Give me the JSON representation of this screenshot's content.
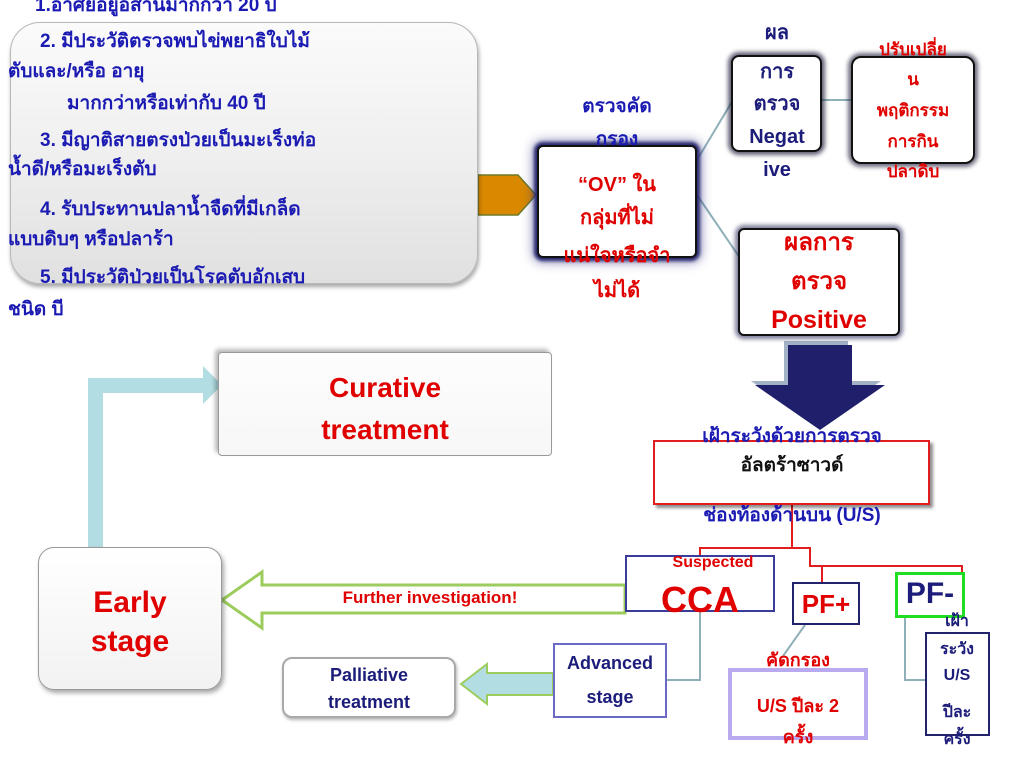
{
  "colors": {
    "red_text": "#e00000",
    "blue_text": "#1b1bb3",
    "navy_text": "#1c1c7a",
    "orange_arrow": "#d98800",
    "navy_arrow": "#1f1f6b",
    "light_blue_arrow": "#b2dde2",
    "green_outline": "#9ccc5e",
    "red_border": "#e01e1e",
    "pf_negative_border": "#21dd21"
  },
  "risk_criteria": [
    "1.อาศัยอยู่อีสานมากกว่า 20 ปี",
    "2. มีประวัติตรวจพบไข่พยาธิใบไม้",
    "ตับและ/หรือ อายุ",
    "มากกว่าหรือเท่ากับ 40 ปี",
    "3. มีญาติสายตรงป่วยเป็นมะเร็งท่อ",
    "น้ำดี/หรือมะเร็งตับ",
    "4. รับประทานปลาน้ำจืดที่มีเกล็ด",
    "แบบดิบๆ หรือปลาร้า",
    "5. มีประวัติป่วยเป็นโรคตับอักเสบ",
    "ชนิด บี"
  ],
  "screening_label": [
    "ตรวจคัด",
    "กรอง"
  ],
  "ov_group": [
    "“OV” ใน",
    "กลุ่มที่ไม่",
    "แน่ใจหรือจำ",
    "ไม่ได้"
  ],
  "negative_result": [
    "ผล",
    "การ",
    "ตรวจ",
    "Negat",
    "ive"
  ],
  "behavior_change": [
    "ปรับเปลี่ย",
    "น",
    "พฤติกรรม",
    "การกิน",
    "ปลาดิบ"
  ],
  "positive_result": [
    "ผลการ",
    "ตรวจ",
    "Positive"
  ],
  "ultrasound_surveillance": [
    "เฝ้าระวังด้วยการตรวจ",
    "อัลตร้าซาวด์",
    "ช่องท้องด้านบน (U/S)"
  ],
  "suspected_cca": [
    "Suspected",
    "CCA"
  ],
  "further_investigation": "Further investigation!",
  "early_stage": [
    "Early",
    "stage"
  ],
  "curative_treatment": [
    "Curative",
    "treatment"
  ],
  "pf_positive": "PF+",
  "pf_negative": "PF-",
  "advanced_stage": [
    "Advanced",
    "stage"
  ],
  "palliative_treatment": [
    "Palliative",
    "treatment"
  ],
  "screening_us": [
    "คัดกรอง",
    "U/S ปีละ 2",
    "ครั้ง"
  ],
  "surveillance_us": [
    "เฝ้า",
    "ระวัง",
    "U/S",
    "ปีละ",
    "ครั้ง"
  ]
}
